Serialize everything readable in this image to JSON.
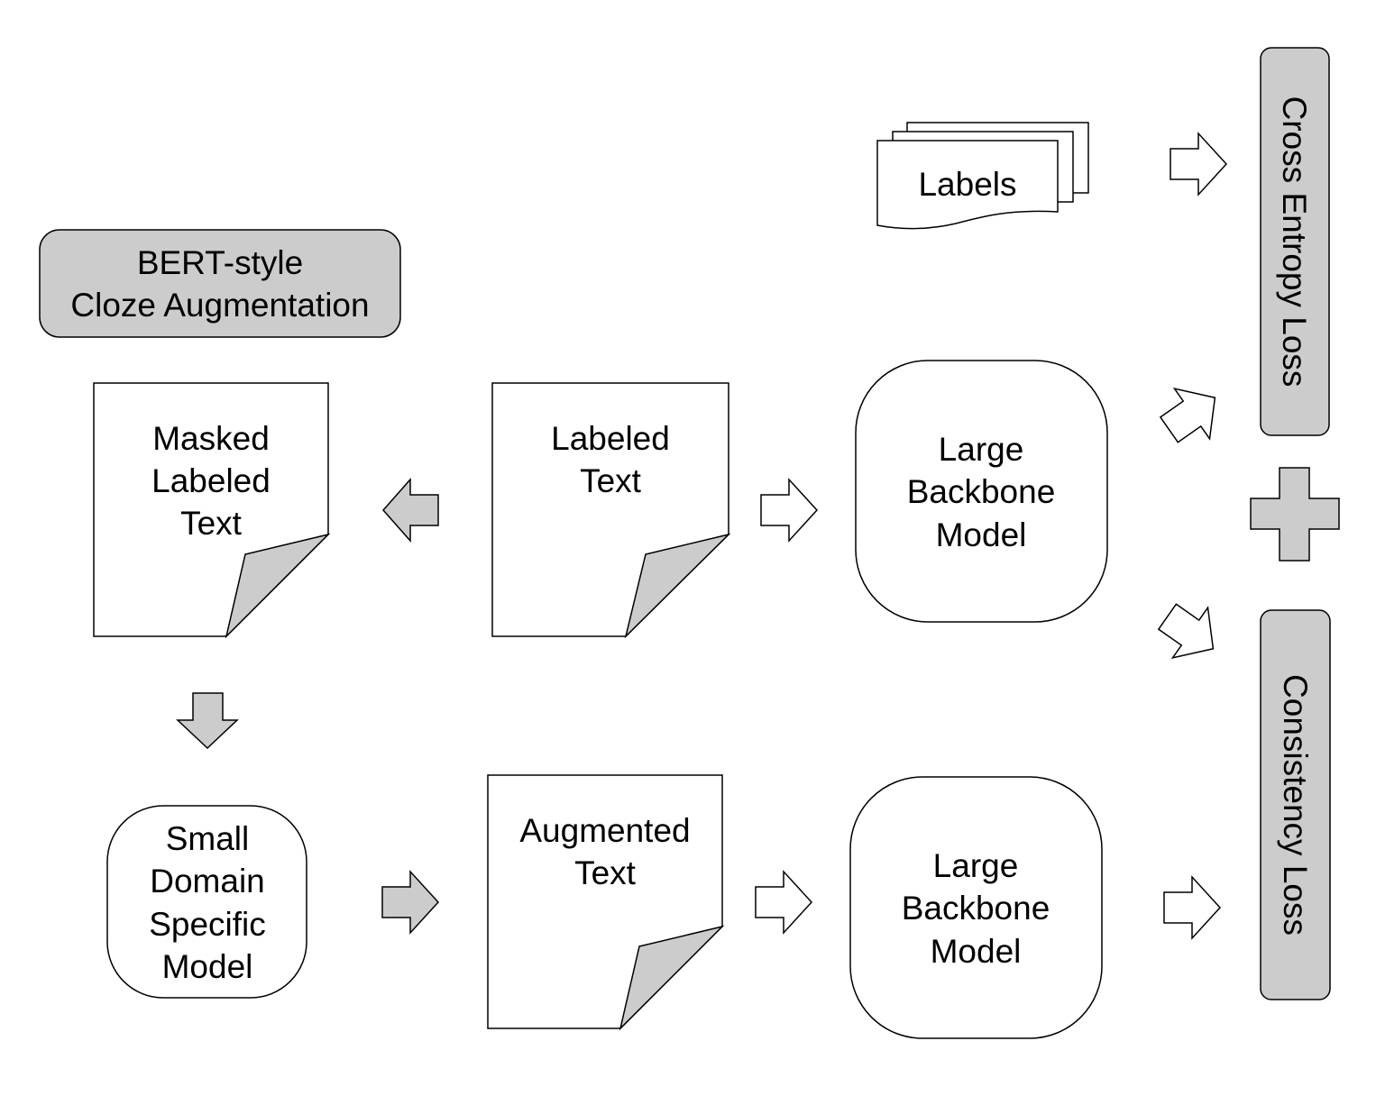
{
  "colors": {
    "gray_fill": "#cccccc",
    "stroke": "#000000",
    "background": "#ffffff"
  },
  "nodes": {
    "bert_box": {
      "line1": "BERT-style",
      "line2": "Cloze Augmentation"
    },
    "labels_doc": {
      "text": "Labels"
    },
    "masked_doc": {
      "line1": "Masked",
      "line2": "Labeled",
      "line3": "Text"
    },
    "labeled_doc": {
      "line1": "Labeled",
      "line2": "Text"
    },
    "augmented_doc": {
      "line1": "Augmented",
      "line2": "Text"
    },
    "large_model_top": {
      "line1": "Large",
      "line2": "Backbone",
      "line3": "Model"
    },
    "large_model_bottom": {
      "line1": "Large",
      "line2": "Backbone",
      "line3": "Model"
    },
    "small_model": {
      "line1": "Small",
      "line2": "Domain",
      "line3": "Specific",
      "line4": "Model"
    },
    "cross_entropy_loss": {
      "text": "Cross Entropy Loss"
    },
    "consistency_loss": {
      "text": "Consistency Loss"
    }
  },
  "icons": [
    "arrow-icon",
    "plus-icon",
    "page-curl-icon",
    "stacked-documents-icon"
  ]
}
